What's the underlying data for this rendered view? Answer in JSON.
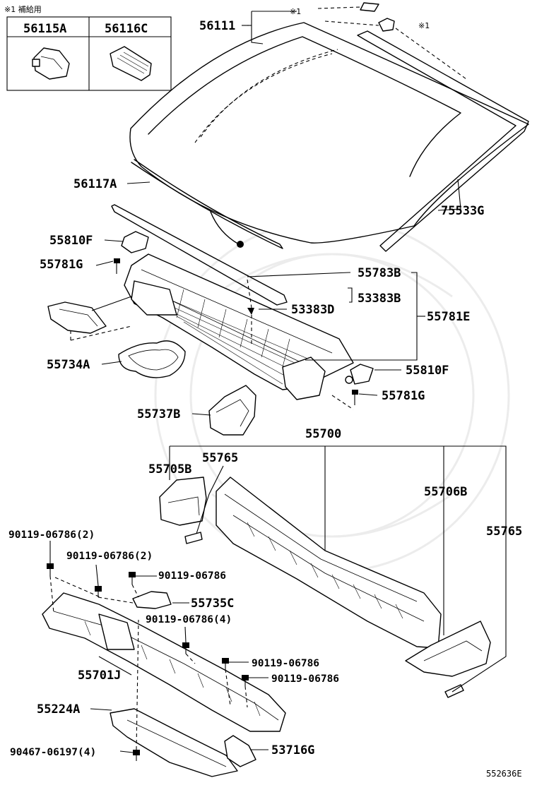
{
  "diagram": {
    "note_label": "※1 補給用",
    "diagram_code": "552636E",
    "inset_parts": [
      "56115A",
      "56116C"
    ],
    "mark": "※1",
    "labels": {
      "l56111": "56111",
      "l56117A": "56117A",
      "l75533G": "75533G",
      "l55810F_a": "55810F",
      "l55781G_a": "55781G",
      "l55783B": "55783B",
      "l53383B": "53383B",
      "l53383D": "53383D",
      "l55781E": "55781E",
      "l55734A": "55734A",
      "l55810F_b": "55810F",
      "l55781G_b": "55781G",
      "l55737B": "55737B",
      "l55700": "55700",
      "l55765_a": "55765",
      "l55705B": "55705B",
      "l55706B": "55706B",
      "l55765_b": "55765",
      "l90119_2a": "90119-06786(2)",
      "l90119_2b": "90119-06786(2)",
      "l90119_a": "90119-06786",
      "l55735C": "55735C",
      "l90119_4": "90119-06786(4)",
      "l90119_b": "90119-06786",
      "l90119_c": "90119-06786",
      "l55701J": "55701J",
      "l55224A": "55224A",
      "l90467": "90467-06197(4)",
      "l53716G": "53716G"
    }
  }
}
